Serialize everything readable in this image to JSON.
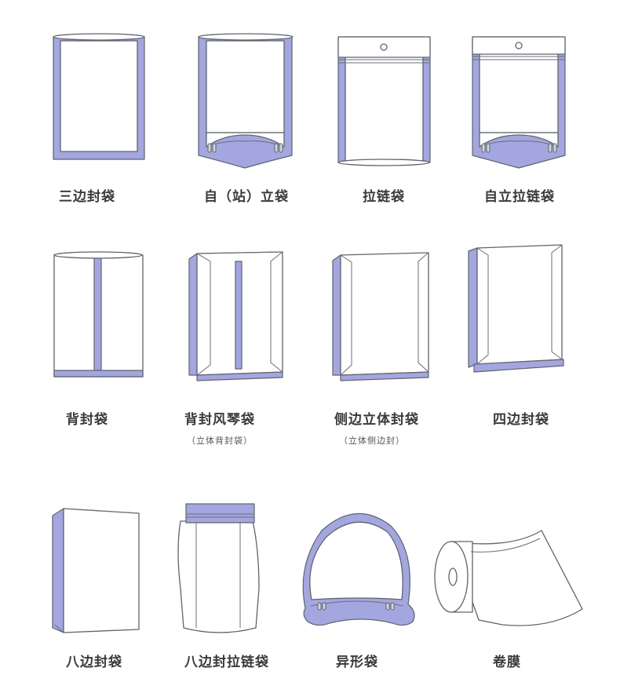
{
  "items": [
    {
      "label": "三边封袋"
    },
    {
      "label": "自（站）立袋"
    },
    {
      "label": "拉链袋"
    },
    {
      "label": "自立拉链袋"
    },
    {
      "label": "背封袋"
    },
    {
      "label": "背封风琴袋",
      "sub": "（立体背封袋）"
    },
    {
      "label": "侧边立体封袋",
      "sub": "（立体侧边封）"
    },
    {
      "label": "四边封袋"
    },
    {
      "label": "八边封袋"
    },
    {
      "label": "八边封拉链袋"
    },
    {
      "label": "异形袋"
    },
    {
      "label": "卷膜"
    }
  ],
  "colors": {
    "seal": "#a4a6e0",
    "outline": "#5f646c",
    "text": "#3a3a3a"
  }
}
